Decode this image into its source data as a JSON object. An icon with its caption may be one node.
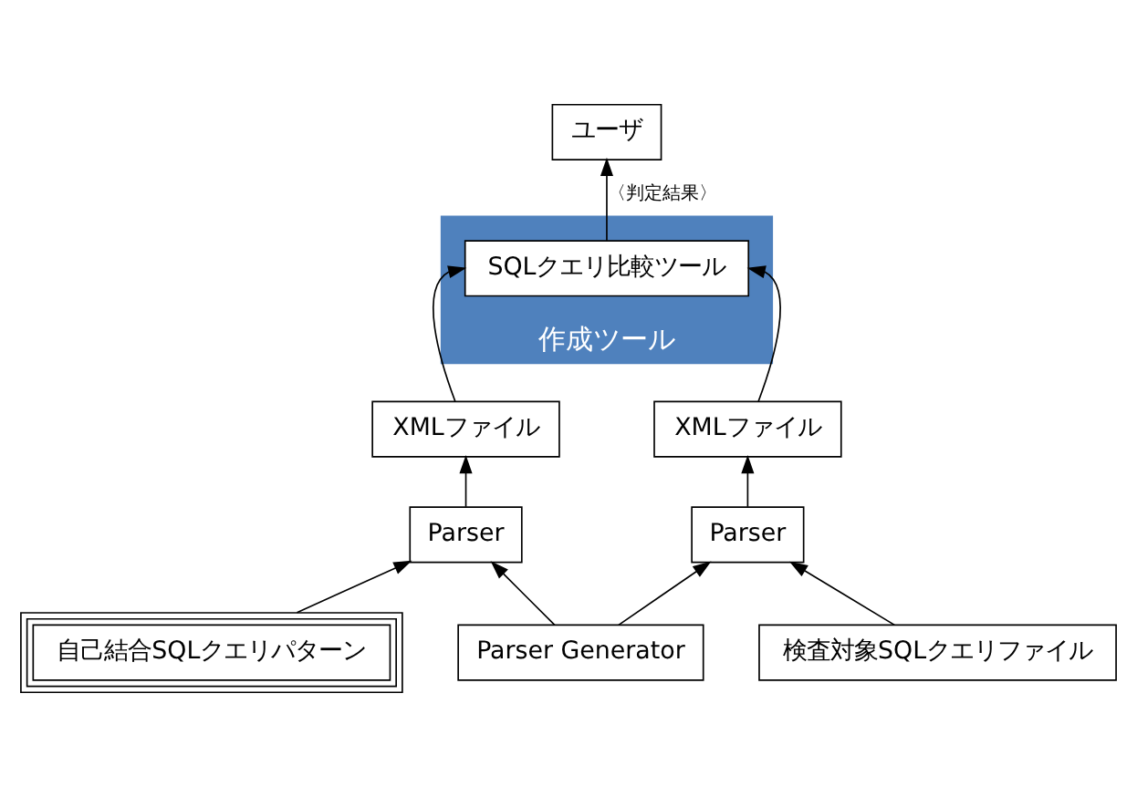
{
  "diagram": {
    "nodes": [
      {
        "text": [
          "ユーザ"
        ]
      },
      {
        "text": [
          "XMLファイル"
        ]
      },
      {
        "text": [
          "作成ツール"
        ]
      },
      {
        "text": [
          "SQLクエリ比較ツール"
        ],
        "in": 2
      },
      {
        "text": [
          "XMLファイル"
        ]
      },
      {
        "text": [
          "Parser"
        ]
      },
      {
        "text": [
          "Parser Generator"
        ]
      },
      {
        "text": [
          "Parser"
        ]
      },
      {
        "text": [
          "自己結合SQLクエリパターン"
        ]
      },
      {
        "text": [
          "検査対象SQLクエリファイル"
        ]
      }
    ],
    "edges": [
      {
        "from": 3,
        "to": 0,
        "arrow": "to",
        "label": "〈判定結果〉"
      },
      {
        "from": 1,
        "to": 3,
        "arrow": "to"
      },
      {
        "from": 4,
        "to": 3,
        "arrow": "to"
      },
      {
        "from": 5,
        "to": 1,
        "arrow": "to"
      },
      {
        "from": 7,
        "to": 4,
        "arrow": "to"
      },
      {
        "from": 6,
        "to": 5,
        "arrow": "to"
      },
      {
        "from": 6,
        "to": 7,
        "arrow": "to"
      },
      {
        "from": 8,
        "to": 5,
        "arrow": "to"
      },
      {
        "from": 9,
        "to": 7,
        "arrow": "to"
      }
    ]
  }
}
